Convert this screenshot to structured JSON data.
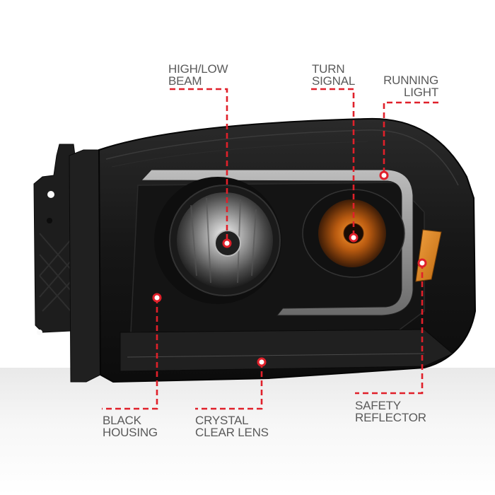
{
  "product": {
    "description": "Black housing projector headlight with LED light bar",
    "accent_color": "#e0202a",
    "housing_color": "#1a1a1a",
    "amber_color": "#e08a1a"
  },
  "callouts": [
    {
      "id": "high-low-beam",
      "lines": [
        "HIGH/LOW",
        "BEAM"
      ]
    },
    {
      "id": "turn-signal",
      "lines": [
        "TURN",
        "SIGNAL"
      ]
    },
    {
      "id": "running-light",
      "lines": [
        "RUNNING",
        "LIGHT"
      ]
    },
    {
      "id": "black-housing",
      "lines": [
        "BLACK",
        "HOUSING"
      ]
    },
    {
      "id": "crystal-clear-lens",
      "lines": [
        "CRYSTAL",
        "CLEAR LENS"
      ]
    },
    {
      "id": "safety-reflector",
      "lines": [
        "SAFETY",
        "REFLECTOR"
      ]
    }
  ]
}
